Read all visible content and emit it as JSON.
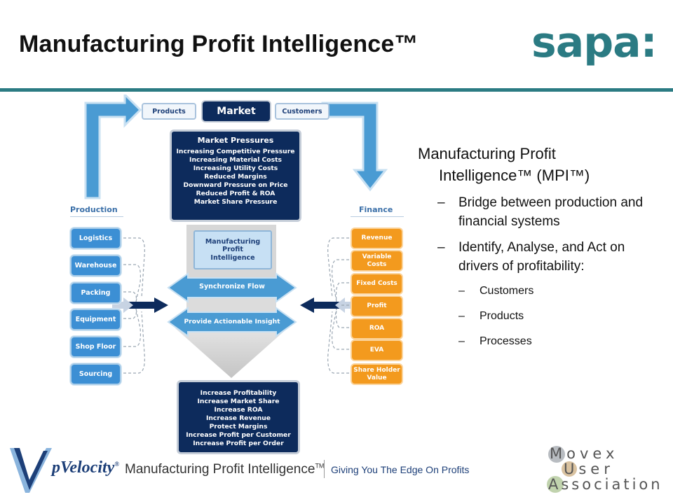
{
  "slide": {
    "title": "Manufacturing Profit Intelligence™",
    "logo_text": "sapa",
    "logo_colon": ":"
  },
  "diagram": {
    "market_label": "Market",
    "products_label": "Products",
    "customers_label": "Customers",
    "pressures": {
      "heading": "Market Pressures",
      "items": [
        "Increasing Competitive Pressure",
        "Increasing Material Costs",
        "Increasing Utility Costs",
        "Reduced Margins",
        "Downward Pressure on Price",
        "Reduced Profit & ROA",
        "Market Share Pressure"
      ]
    },
    "production_heading": "Production",
    "production_items": [
      "Logistics",
      "Warehouse",
      "Packing",
      "Equipment",
      "Shop Floor",
      "Sourcing"
    ],
    "finance_heading": "Finance",
    "finance_items": [
      "Revenue",
      "Variable Costs",
      "Fixed Costs",
      "Profit",
      "ROA",
      "EVA",
      "Share Holder Value"
    ],
    "mpi_box": [
      "Manufacturing",
      "Profit",
      "Intelligence"
    ],
    "sync_label": "Synchronize Flow",
    "insight_label": "Provide Actionable Insight",
    "outcomes": [
      "Increase Profitability",
      "Increase Market Share",
      "Increase ROA",
      "Increase Revenue",
      "Protect Margins",
      "Increase Profit per Customer",
      "Increase Profit per Order"
    ]
  },
  "bullets": {
    "main_line1": "Manufacturing Profit",
    "main_line2": "Intelligence™ (MPI™)",
    "sub1": "Bridge between production and financial systems",
    "sub2": "Identify, Analyse, and Act on drivers of profitability:",
    "dash": "–",
    "items": [
      "Customers",
      "Products",
      "Processes"
    ]
  },
  "footer": {
    "pvelocity": "pVelocity",
    "pvelocity_reg": "®",
    "product": "Manufacturing Profit Intelligence",
    "product_tm": "TM",
    "tagline": "Giving You The Edge On Profits",
    "mua": [
      "Movex",
      "User",
      "Association"
    ]
  },
  "colors": {
    "teal": "#2b7b83",
    "navy": "#0d2b5c",
    "blue": "#3c8fd4",
    "orange": "#f39a1e"
  }
}
